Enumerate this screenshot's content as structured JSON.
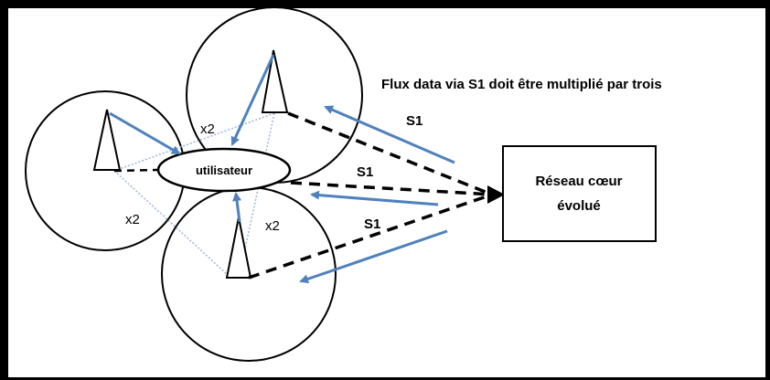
{
  "title": "Flux data via S1 doit être multiplié par trois",
  "user_label": "utilisateur",
  "core": {
    "line1": "Réseau cœur",
    "line2": "évolué"
  },
  "s1_labels": [
    "S1",
    "S1",
    "S1"
  ],
  "x2_labels": [
    "x2",
    "x2",
    "x2"
  ],
  "colors": {
    "arrow": "#4f81bd",
    "line": "#000000",
    "dotted": "#9db6d8",
    "background": "#ffffff",
    "frame": "#000000"
  }
}
